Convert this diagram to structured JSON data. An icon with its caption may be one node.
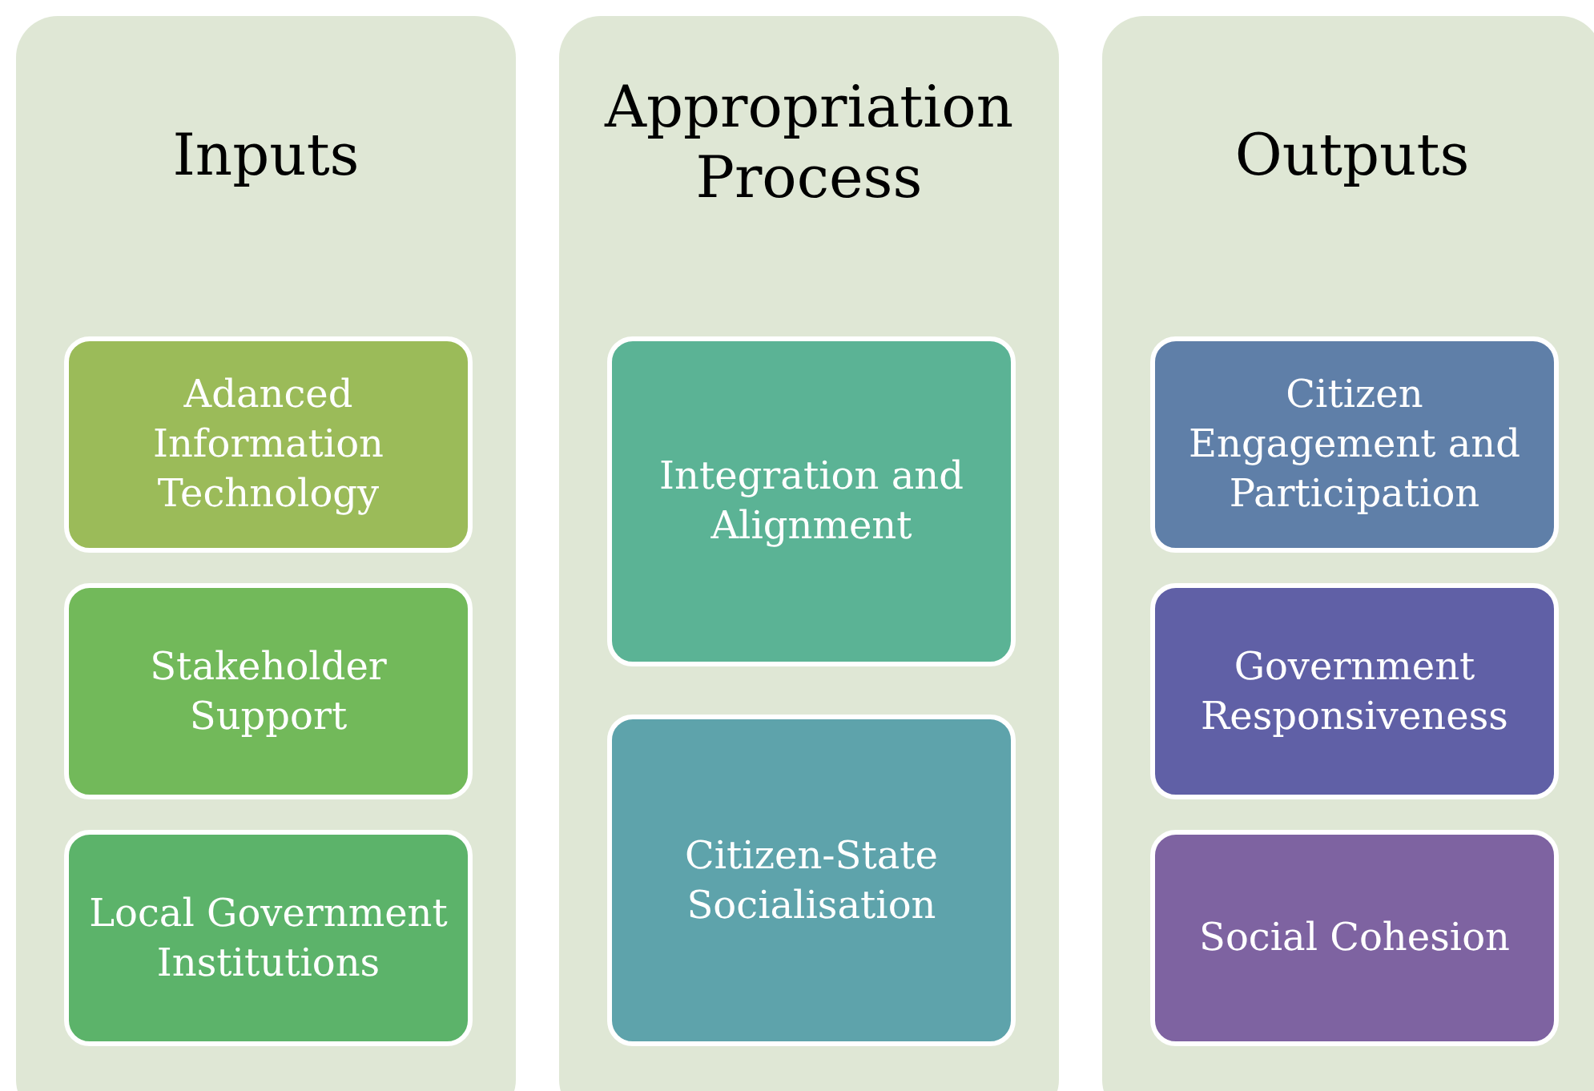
{
  "diagram": {
    "nodes": [
      {
        "text": [
          "Inputs"
        ]
      },
      {
        "text": [
          "Adanced Information Technology"
        ],
        "in": 0
      },
      {
        "text": [
          "Stakeholder Support"
        ],
        "in": 0
      },
      {
        "text": [
          "Local Government Institutions"
        ],
        "in": 0
      },
      {
        "text": [
          "Appropriation Process"
        ]
      },
      {
        "text": [
          "Integration and Alignment"
        ],
        "in": 4
      },
      {
        "text": [
          "Citizen-State Socialisation"
        ],
        "in": 4
      },
      {
        "text": [
          "Outputs"
        ]
      },
      {
        "text": [
          "Citizen Engagement and Participation"
        ],
        "in": 7
      },
      {
        "text": [
          "Government Responsiveness"
        ],
        "in": 7
      },
      {
        "text": [
          "Social Cohesion"
        ],
        "in": 7
      }
    ]
  }
}
